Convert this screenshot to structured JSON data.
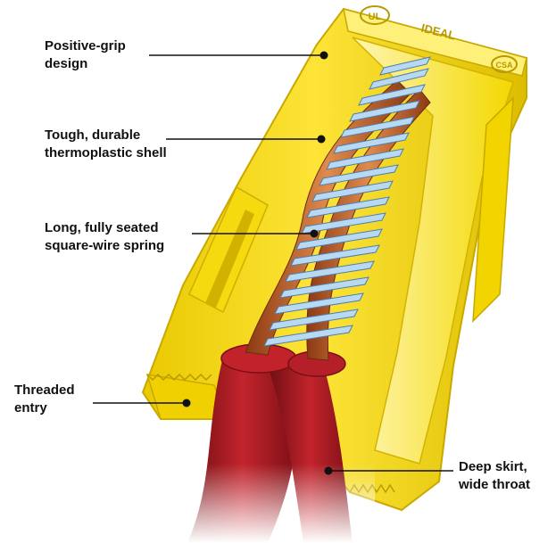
{
  "colors": {
    "shell": "#f5dc00",
    "shell_shadow": "#d8b800",
    "wire_insulation": "#a8161d",
    "copper": "#c4632a",
    "spring": "#9cc6ea",
    "leader": "#111111"
  },
  "shell_markings": [
    "UL",
    "IDEAL",
    "CSA"
  ],
  "callouts": {
    "positive_grip": {
      "line1": "Positive-grip",
      "line2": "design"
    },
    "shell": {
      "line1": "Tough, durable",
      "line2": "thermoplastic shell"
    },
    "spring": {
      "line1": "Long, fully seated",
      "line2": "square-wire spring"
    },
    "threaded_entry": {
      "line1": "Threaded",
      "line2": "entry"
    },
    "deep_skirt": {
      "line1": "Deep skirt,",
      "line2": "wide throat"
    }
  }
}
